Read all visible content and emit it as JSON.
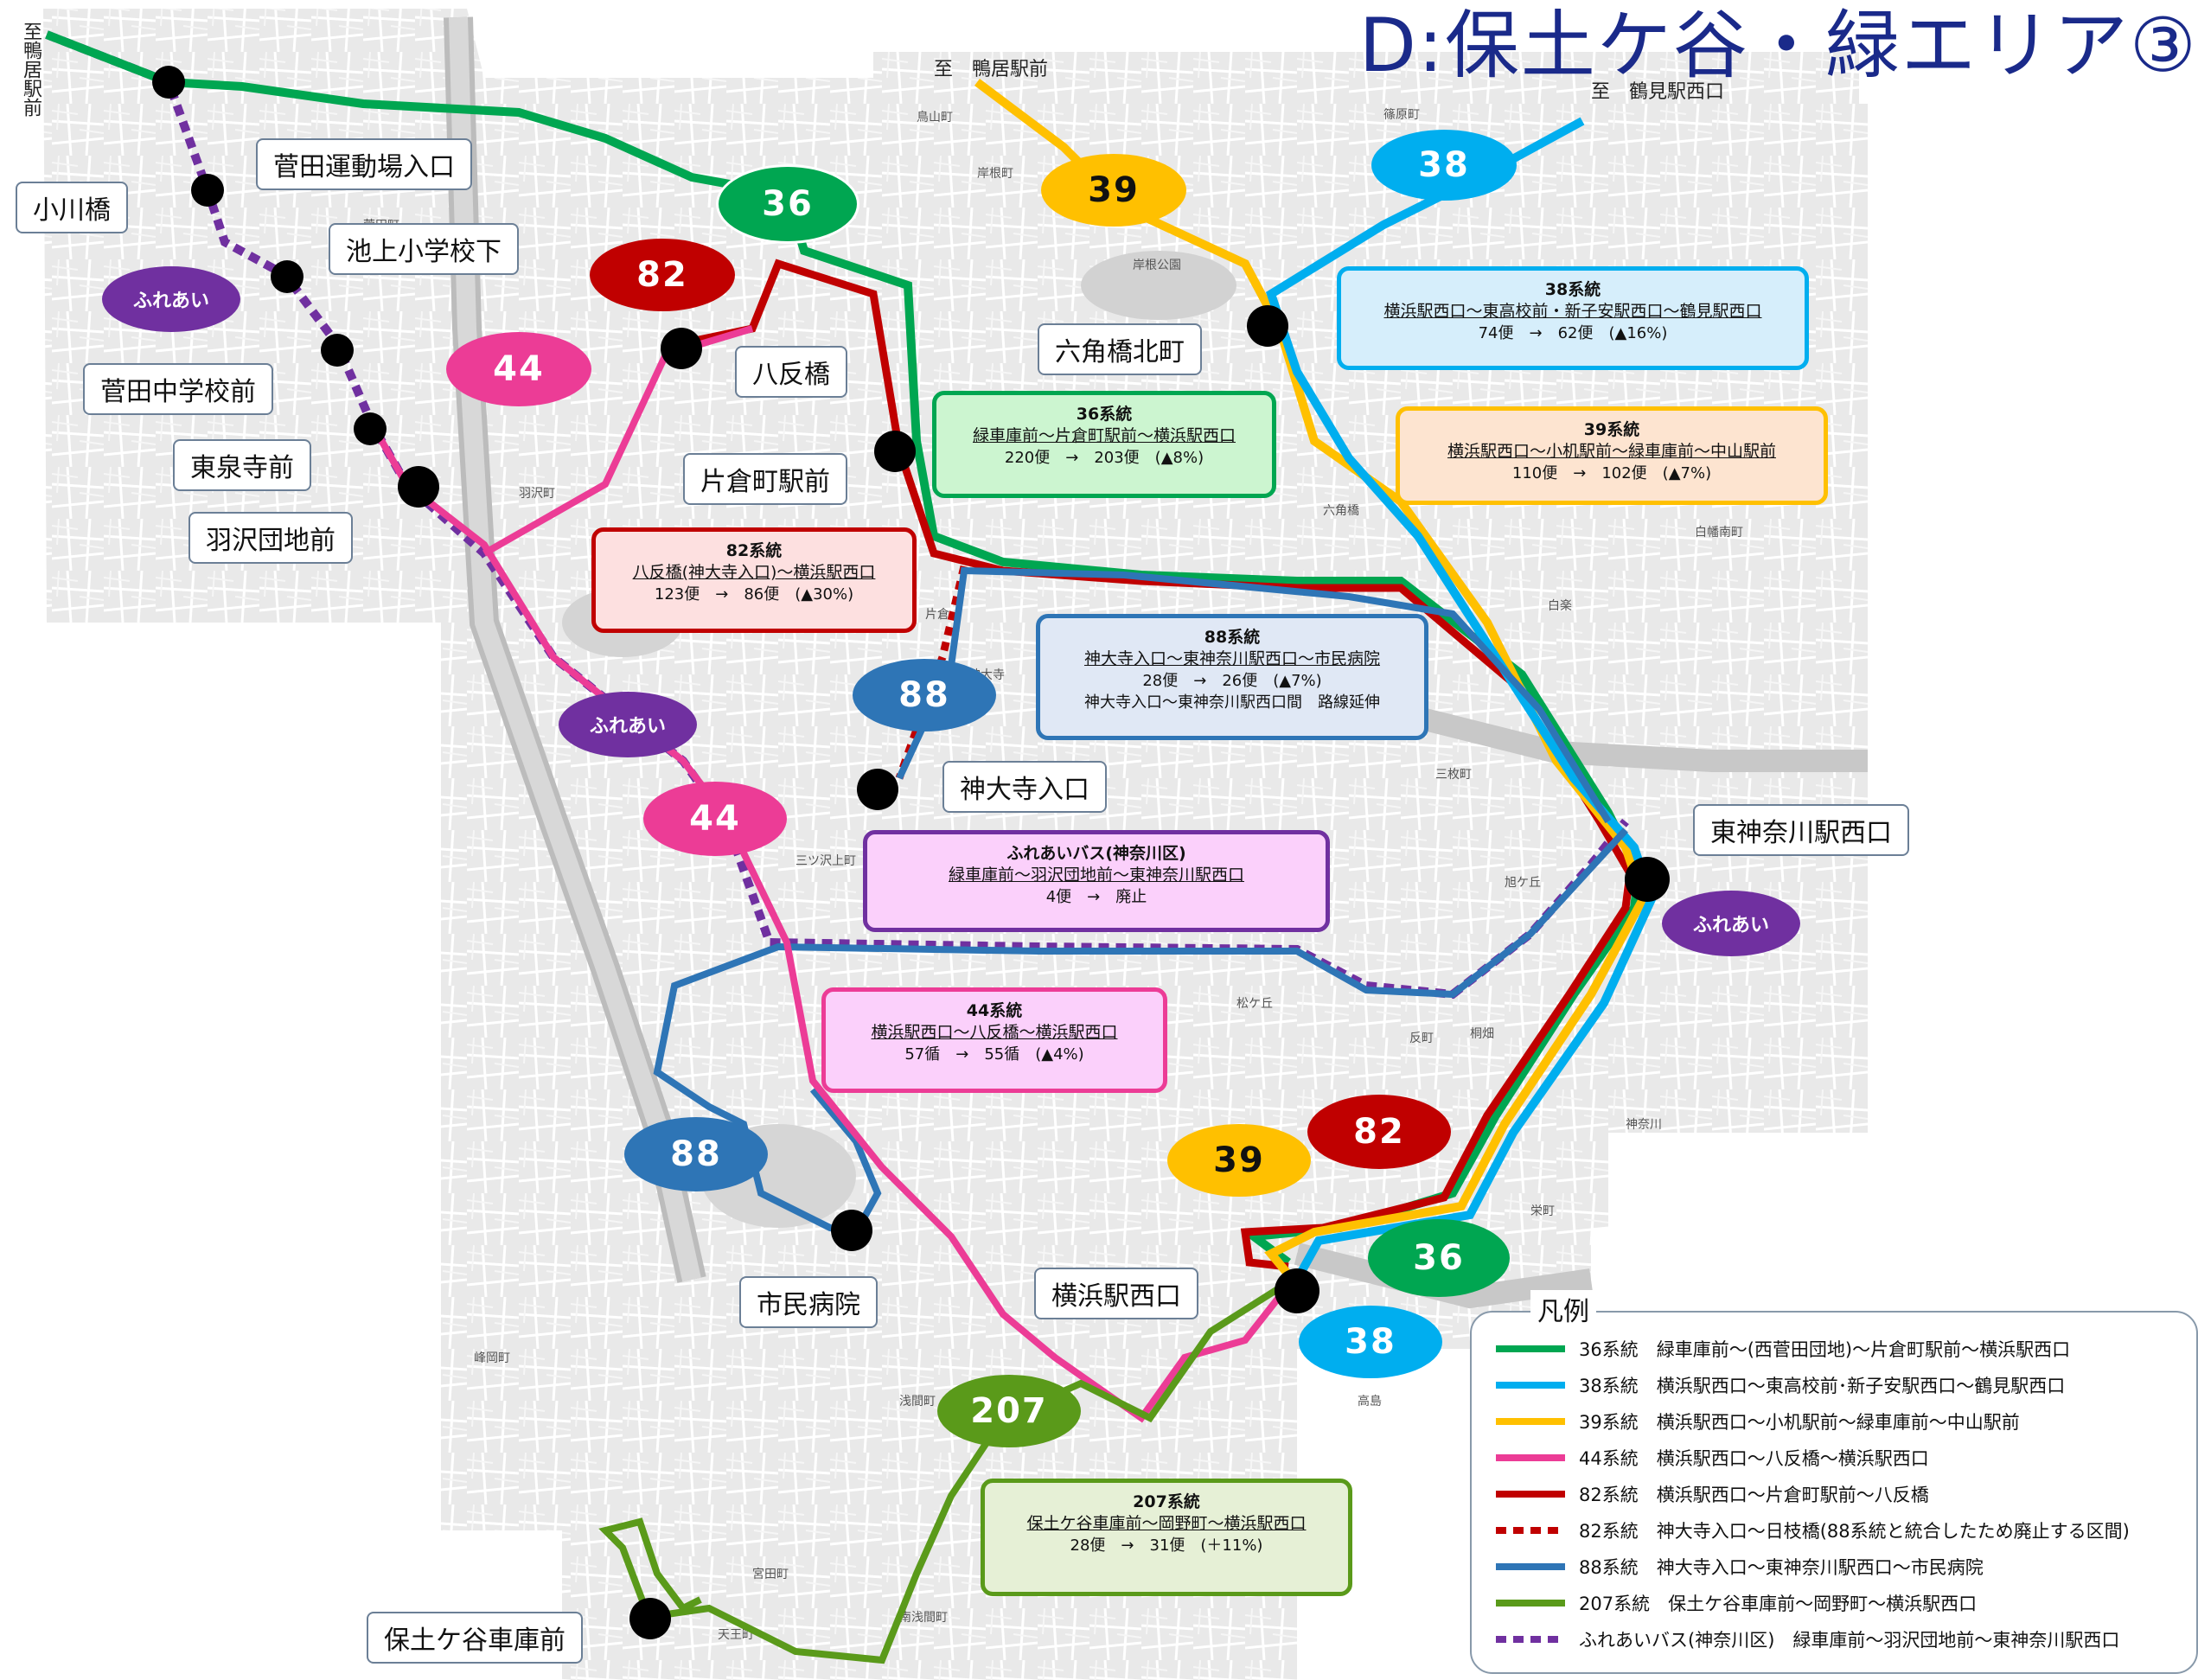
{
  "title": "D:保土ケ谷・緑エリア③",
  "destinations": {
    "kamoi_vertical": "至鴨居駅前",
    "kamoi_top": "至　鴨居駅前",
    "tsurumi": "至　鶴見駅西口"
  },
  "stops": [
    {
      "id": "ogawabashi",
      "label": "小川橋"
    },
    {
      "id": "sugeta_undojo",
      "label": "菅田運動場入口"
    },
    {
      "id": "ikegami_shogakko",
      "label": "池上小学校下"
    },
    {
      "id": "sugeta_chugakko",
      "label": "菅田中学校前"
    },
    {
      "id": "tosenji",
      "label": "東泉寺前"
    },
    {
      "id": "hazawa_danchi",
      "label": "羽沢団地前"
    },
    {
      "id": "hattanbashi",
      "label": "八反橋"
    },
    {
      "id": "katakuracho",
      "label": "片倉町駅前"
    },
    {
      "id": "rokkakubashi_kita",
      "label": "六角橋北町"
    },
    {
      "id": "jindaiji_iriguchi",
      "label": "神大寺入口"
    },
    {
      "id": "higashikanagawa",
      "label": "東神奈川駅西口"
    },
    {
      "id": "shimin_byoin",
      "label": "市民病院"
    },
    {
      "id": "yokohama_nishi",
      "label": "横浜駅西口"
    },
    {
      "id": "hodogaya_shako",
      "label": "保土ケ谷車庫前"
    }
  ],
  "badges": {
    "r36a": "36",
    "r36b": "36",
    "r38a": "38",
    "r38b": "38",
    "r39a": "39",
    "r39b": "39",
    "r44a": "44",
    "r44b": "44",
    "r82a": "82",
    "r82b": "82",
    "r88a": "88",
    "r88b": "88",
    "r207": "207",
    "fureai_a": "ふれあい",
    "fureai_b": "ふれあい",
    "fureai_c": "ふれあい"
  },
  "info_boxes": {
    "r38": {
      "title": "38系統",
      "route": "横浜駅西口～東高校前・新子安駅西口～鶴見駅西口",
      "change": "74便　→　62便　(▲16%)"
    },
    "r36": {
      "title": "36系統",
      "route": "緑車庫前～片倉町駅前～横浜駅西口",
      "change": "220便　→　203便　(▲8%)"
    },
    "r39": {
      "title": "39系統",
      "route": "横浜駅西口～小机駅前～緑車庫前～中山駅前",
      "change": "110便　→　102便　(▲7%)"
    },
    "r82": {
      "title": "82系統",
      "route": "八反橋(神大寺入口)～横浜駅西口",
      "change": "123便　→　86便　(▲30%)"
    },
    "r88": {
      "title": "88系統",
      "route": "神大寺入口～東神奈川駅西口～市民病院",
      "change": "28便　→　26便　(▲7%)",
      "note": "神大寺入口～東神奈川駅西口間　路線延伸"
    },
    "fureai": {
      "title": "ふれあいバス(神奈川区)",
      "route": "緑車庫前～羽沢団地前～東神奈川駅西口",
      "change": "4便　→　廃止"
    },
    "r44": {
      "title": "44系統",
      "route": "横浜駅西口～八反橋～横浜駅西口",
      "change": "57循　→　55循　(▲4%)"
    },
    "r207": {
      "title": "207系統",
      "route": "保土ケ谷車庫前～岡野町～横浜駅西口",
      "change": "28便　→　31便　(＋11%)"
    }
  },
  "legend": {
    "title": "凡例",
    "items": [
      {
        "color": "#00a651",
        "style": "solid",
        "text": "36系統　緑車庫前～(西菅田団地)～片倉町駅前～横浜駅西口"
      },
      {
        "color": "#00aeef",
        "style": "solid",
        "text": "38系統　横浜駅西口～東高校前･新子安駅西口～鶴見駅西口"
      },
      {
        "color": "#ffc000",
        "style": "solid",
        "text": "39系統　横浜駅西口～小机駅前～緑車庫前～中山駅前"
      },
      {
        "color": "#ec3c96",
        "style": "solid",
        "text": "44系統　横浜駅西口～八反橋～横浜駅西口"
      },
      {
        "color": "#c00000",
        "style": "solid",
        "text": "82系統　横浜駅西口～片倉町駅前～八反橋"
      },
      {
        "color": "#c00000",
        "style": "dashed",
        "text": "82系統　神大寺入口～日枝橋(88系統と統合したため廃止する区間)"
      },
      {
        "color": "#2e75b6",
        "style": "solid",
        "text": "88系統　神大寺入口～東神奈川駅西口～市民病院"
      },
      {
        "color": "#5a9a1a",
        "style": "solid",
        "text": "207系統　保土ケ谷車庫前～岡野町～横浜駅西口"
      },
      {
        "color": "#7030a0",
        "style": "dashed",
        "text": "ふれあいバス(神奈川区)　緑車庫前～羽沢団地前～東神奈川駅西口"
      }
    ]
  },
  "colors": {
    "r36": "#00a651",
    "r38": "#00aeef",
    "r39": "#ffc000",
    "r44": "#ec3c96",
    "r82": "#c00000",
    "r88": "#2e75b6",
    "r207": "#5a9a1a",
    "fureai": "#7030a0",
    "box36": "#ccf5d0",
    "box38": "#d6eefb",
    "box39": "#fde4d0",
    "box82": "#fde0e0",
    "box88": "#e0e8f5",
    "boxFureai": "#fbd0fb",
    "box44": "#fbd0fb",
    "box207": "#e6f0d6"
  },
  "map_labels": [
    "篠原町",
    "鳥山町",
    "岸根公園",
    "六角橋",
    "白楽",
    "反町",
    "桐畑",
    "松ケ丘",
    "三ツ沢上町",
    "峰岡町",
    "宮田町",
    "天王町",
    "南浅間町",
    "浅間町",
    "高島",
    "栄町",
    "神奈川",
    "白幡南町",
    "旭ケ丘",
    "三枚町",
    "片倉",
    "岸根町",
    "菅田町",
    "羽沢町",
    "神大寺"
  ]
}
